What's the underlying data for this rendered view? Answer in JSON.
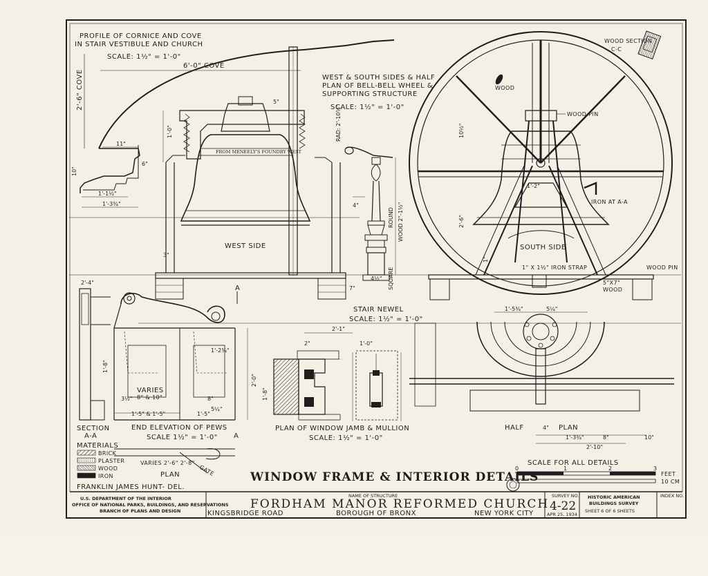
{
  "labels": {
    "cornice_title_1": "PROFILE OF CORNICE AND COVE",
    "cornice_title_2": "IN STAIR VESTIBULE AND CHURCH",
    "cornice_scale": "SCALE: 1½\" = 1'-0\"",
    "cove_width": "6'-0\" COVE",
    "cove_height": "2'-6\" COVE",
    "bell_title_1": "WEST & SOUTH SIDES & HALF",
    "bell_title_2": "PLAN OF BELL-BELL WHEEL &",
    "bell_title_3": "SUPPORTING STRUCTURE",
    "bell_scale": "SCALE: 1½\" = 1'-0\"",
    "bell_inscription": "FROM MENEELY'S FOUNDRY WEST",
    "west_side": "WEST SIDE",
    "south_side": "SOUTH SIDE",
    "wood_section": "WOOD SECTION",
    "wood_section_cc": "C-C",
    "wood": "WOOD",
    "wood_pin": "WOOD PIN",
    "iron_at_aa": "IRON AT A-A",
    "iron_strap": "1\" X 1½\" IRON STRAP",
    "wood_pin_2": "WOOD PIN",
    "wood_5x7": "5\"X7\"",
    "wood_5x7_b": "WOOD",
    "round_wood": "ROUND",
    "round_wood_2": "WOOD 2\"-1½\"",
    "square": "SQUARE",
    "rad": "RAD: 2'-10½\"",
    "stair_newel": "STAIR NEWEL",
    "newel_scale": "SCALE: 1½\" = 1'-0\"",
    "section_aa_1": "SECTION",
    "section_aa_2": "A-A",
    "pews_title": "END ELEVATION OF PEWS",
    "pews_scale": "SCALE 1½\" = 1'-0\"",
    "varies": "VARIES",
    "varies_dims": "8\" & 10\"",
    "pews_15": "1'-5\" & 1'-5\"",
    "pews_15b": "1'-5\"",
    "pews_20": "2'-0\"",
    "window_title": "PLAN OF WINDOW JAMB & MULLION",
    "window_scale": "SCALE: 1½\" = 1'-0\"",
    "half_plan": "HALF",
    "plan": "PLAN",
    "plan_2": "PLAN",
    "dim_134": "1'-3¾\"",
    "dim_210": "2'-10\"",
    "dim_10": "10\"",
    "dim_8": "8\"",
    "materials": "MATERIALS",
    "mat_brick": "BRICK",
    "mat_plaster": "PLASTER",
    "mat_wood": "WOOD",
    "mat_iron": "IRON",
    "varies_gate": "VARIES 2'-6\" 2'-8\"",
    "gate": "GATE",
    "delineator": "FRANKLIN JAMES HUNT- DEL.",
    "scale_all": "SCALE FOR ALL DETAILS",
    "scale_feet": "FEET",
    "scale_cm": "10 CM",
    "scale_0": "0",
    "scale_1": "1",
    "scale_2": "2",
    "scale_3": "3",
    "sheet_title": "WINDOW FRAME & INTERIOR DETAILS",
    "dim_6cove": "6'-0\"",
    "dim_11": "11\"",
    "dim_112": "1'-1½\"",
    "dim_134b": "1'-3¾\"",
    "dim_10b": "10\"",
    "dim_6": "6\"",
    "dim_3": "3\"",
    "dim_18": "1'-8\"",
    "dim_26": "2'-6\"",
    "dim_5": "5\"",
    "dim_122": "1'-2\"",
    "dim_1012": "10½\"",
    "dim_54a": "1'-5¾\"",
    "dim_54b": "5¼\"",
    "dim_24": "2'-4\"",
    "dim_4": "4\"",
    "dim_42": "4½\"",
    "dim_7": "7\"",
    "dim_21": "2'-1\"",
    "dim_2": "2\"",
    "dim_1": "1'-0\"",
    "dim_32": "3½\"",
    "dim_58": "5¼\"",
    "dim_124": "1'-2¾\"",
    "dim_8b": "8\"",
    "dim_12": "1\"",
    "dim_4b": "4\"",
    "sect_a": "A",
    "sect_a2": "A",
    "sect_a3": "A"
  },
  "titleblock": {
    "agency_1": "U.S. DEPARTMENT OF THE INTERIOR",
    "agency_2": "OFFICE OF NATIONAL PARKS, BUILDINGS, AND RESERVATIONS",
    "agency_3": "BRANCH OF PLANS AND DESIGN",
    "name_label": "NAME OF STRUCTURE",
    "structure": "FORDHAM MANOR REFORMED CHURCH",
    "road": "KINGSBRIDGE ROAD",
    "borough": "BOROUGH OF BRONX",
    "city": "NEW YORK CITY",
    "survey_label": "SURVEY NO.",
    "survey_no": "4-22",
    "date": "APR 25, 1934",
    "habs_1": "HISTORIC AMERICAN",
    "habs_2": "BUILDINGS SURVEY",
    "sheet_of": "SHEET 6 OF 6 SHEETS",
    "index_label": "INDEX NO."
  },
  "colors": {
    "paper": "#f4f0e6",
    "ink": "#1e1e1e"
  }
}
